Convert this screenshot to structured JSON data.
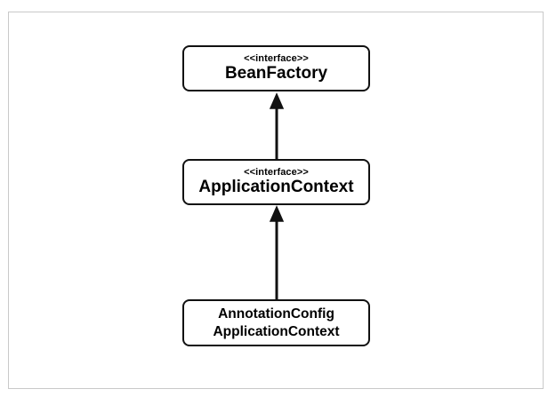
{
  "diagram": {
    "nodes": [
      {
        "id": "bean_factory",
        "stereotype": "<<interface>>",
        "name": "BeanFactory"
      },
      {
        "id": "application_context",
        "stereotype": "<<interface>>",
        "name": "ApplicationContext"
      },
      {
        "id": "annotation_config_application_context",
        "name_lines": [
          "AnnotationConfig",
          "ApplicationContext"
        ]
      }
    ],
    "edges": [
      {
        "from": "application_context",
        "to": "bean_factory",
        "type": "inheritance"
      },
      {
        "from": "annotation_config_application_context",
        "to": "application_context",
        "type": "inheritance"
      }
    ],
    "colors": {
      "stroke": "#111111",
      "frame": "#c9c9c9",
      "background": "#ffffff"
    }
  }
}
